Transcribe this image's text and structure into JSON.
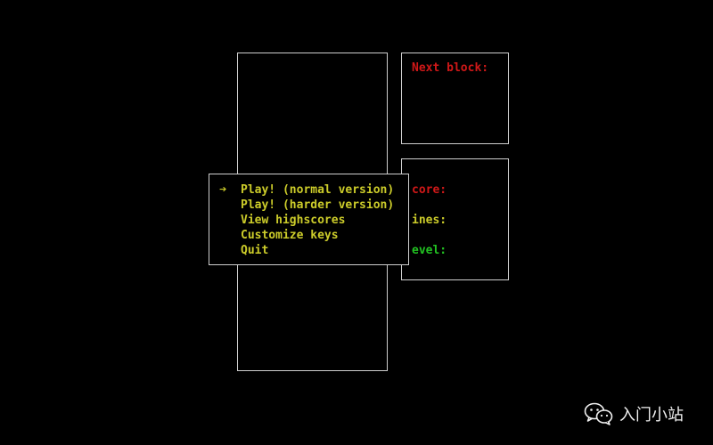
{
  "colors": {
    "background": "#000000",
    "border": "#cfcfcf",
    "menu_text": "#cccc2a",
    "label_red": "#d01818",
    "label_green": "#22c322",
    "watermark": "#f0f0f0"
  },
  "next_panel": {
    "label": "Next block:"
  },
  "stats_panel": {
    "score_label": "core:",
    "lines_label": "ines:",
    "level_label": "evel:"
  },
  "menu": {
    "selected_index": 0,
    "selector_icon": "right-arrow-icon",
    "selector_glyph": "➔",
    "items": [
      {
        "label": "Play! (normal version)"
      },
      {
        "label": "Play! (harder version)"
      },
      {
        "label": "View highscores"
      },
      {
        "label": "Customize keys"
      },
      {
        "label": "Quit"
      }
    ]
  },
  "watermark": {
    "icon": "wechat-icon",
    "text": "入门小站"
  }
}
